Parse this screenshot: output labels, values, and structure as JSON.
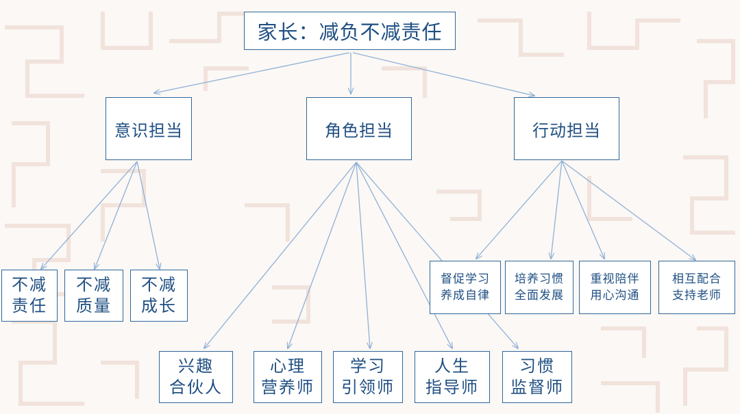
{
  "colors": {
    "border": "#2f6699",
    "text": "#1f4f82",
    "connector": "#8fb0d6",
    "pattern": "#f1e3dc"
  },
  "root": {
    "label": "家长：减负不减责任"
  },
  "level1": [
    {
      "label": "意识担当"
    },
    {
      "label": "角色担当"
    },
    {
      "label": "行动担当"
    }
  ],
  "awareness_children": [
    {
      "line1": "不减",
      "line2": "责任"
    },
    {
      "line1": "不减",
      "line2": "质量"
    },
    {
      "line1": "不减",
      "line2": "成长"
    }
  ],
  "role_children": [
    {
      "line1": "兴趣",
      "line2": "合伙人"
    },
    {
      "line1": "心理",
      "line2": "营养师"
    },
    {
      "line1": "学习",
      "line2": "引领师"
    },
    {
      "line1": "人生",
      "line2": "指导师"
    },
    {
      "line1": "习惯",
      "line2": "监督师"
    }
  ],
  "action_children": [
    {
      "line1": "督促学习",
      "line2": "养成自律"
    },
    {
      "line1": "培养习惯",
      "line2": "全面发展"
    },
    {
      "line1": "重视陪伴",
      "line2": "用心沟通"
    },
    {
      "line1": "相互配合",
      "line2": "支持老师"
    }
  ]
}
